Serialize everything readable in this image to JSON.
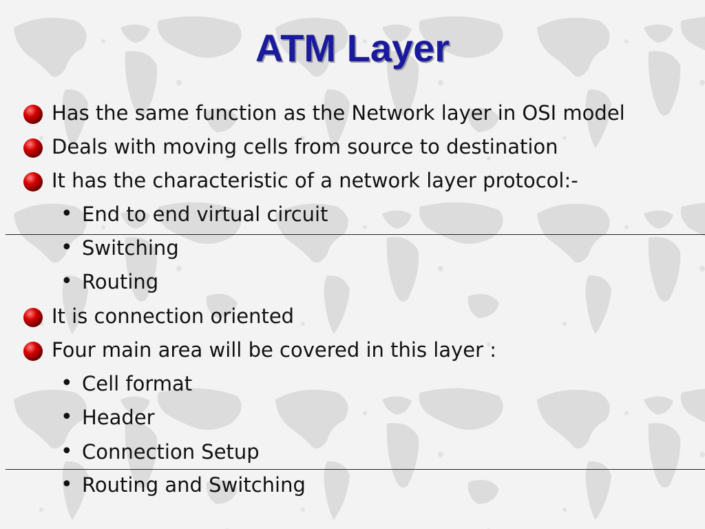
{
  "slide": {
    "title": "ATM Layer",
    "bullets": [
      {
        "level": 1,
        "text": "Has the same function as the Network layer in OSI model"
      },
      {
        "level": 1,
        "text": "Deals with moving cells from source to destination"
      },
      {
        "level": 1,
        "text": "It has the characteristic of a network layer protocol:-"
      },
      {
        "level": 2,
        "text": "End to end virtual circuit"
      },
      {
        "level": 2,
        "text": "Switching"
      },
      {
        "level": 2,
        "text": "Routing"
      },
      {
        "level": 1,
        "text": "It is connection oriented"
      },
      {
        "level": 1,
        "text": "Four main area will be covered in this layer :"
      },
      {
        "level": 2,
        "text": "Cell format"
      },
      {
        "level": 2,
        "text": "Header"
      },
      {
        "level": 2,
        "text": "Connection Setup"
      },
      {
        "level": 2,
        "text": "Routing and Switching"
      }
    ],
    "sub_bullet_glyph": "•"
  },
  "theme": {
    "title_color": "#1a1a9e",
    "bullet_color": "#cc0000",
    "background": "world-map-texture"
  }
}
